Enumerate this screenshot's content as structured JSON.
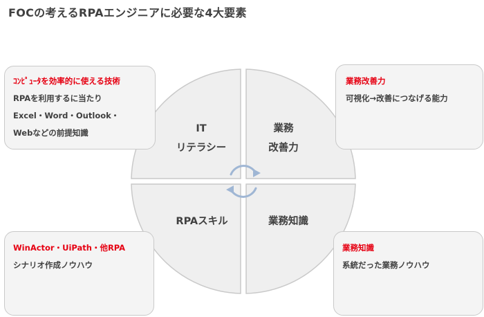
{
  "title": "FOCの考えるRPAエンジニアに必要な4大要素",
  "quadrants": {
    "it_line1": "IT",
    "it_line2": "リテラシー",
    "gyomu_line1": "業務",
    "gyomu_line2": "改善力",
    "rpa": "RPAスキル",
    "chishiki": "業務知識"
  },
  "boxes": {
    "top_left": {
      "head": "ｺﾝﾋﾟｭｰﾀを効率的に使える技術",
      "lines": [
        "RPAを利用するに当たり",
        "Excel・Word・Outlook・",
        "Webなどの前提知識"
      ]
    },
    "top_right": {
      "head": "業務改善力",
      "lines": [
        "可視化→改善につなげる能力"
      ]
    },
    "bottom_left": {
      "head": "WinActor・UiPath・他RPA",
      "lines": [
        "シナリオ作成ノウハウ"
      ]
    },
    "bottom_right": {
      "head": "業務知識",
      "lines": [
        "系統だった業務ノウハウ"
      ]
    }
  },
  "colors": {
    "accent_red": "#e60012",
    "quadrant_fill": "#efefef",
    "border": "#c9c9c9",
    "arrow": "#9fb6d4"
  }
}
